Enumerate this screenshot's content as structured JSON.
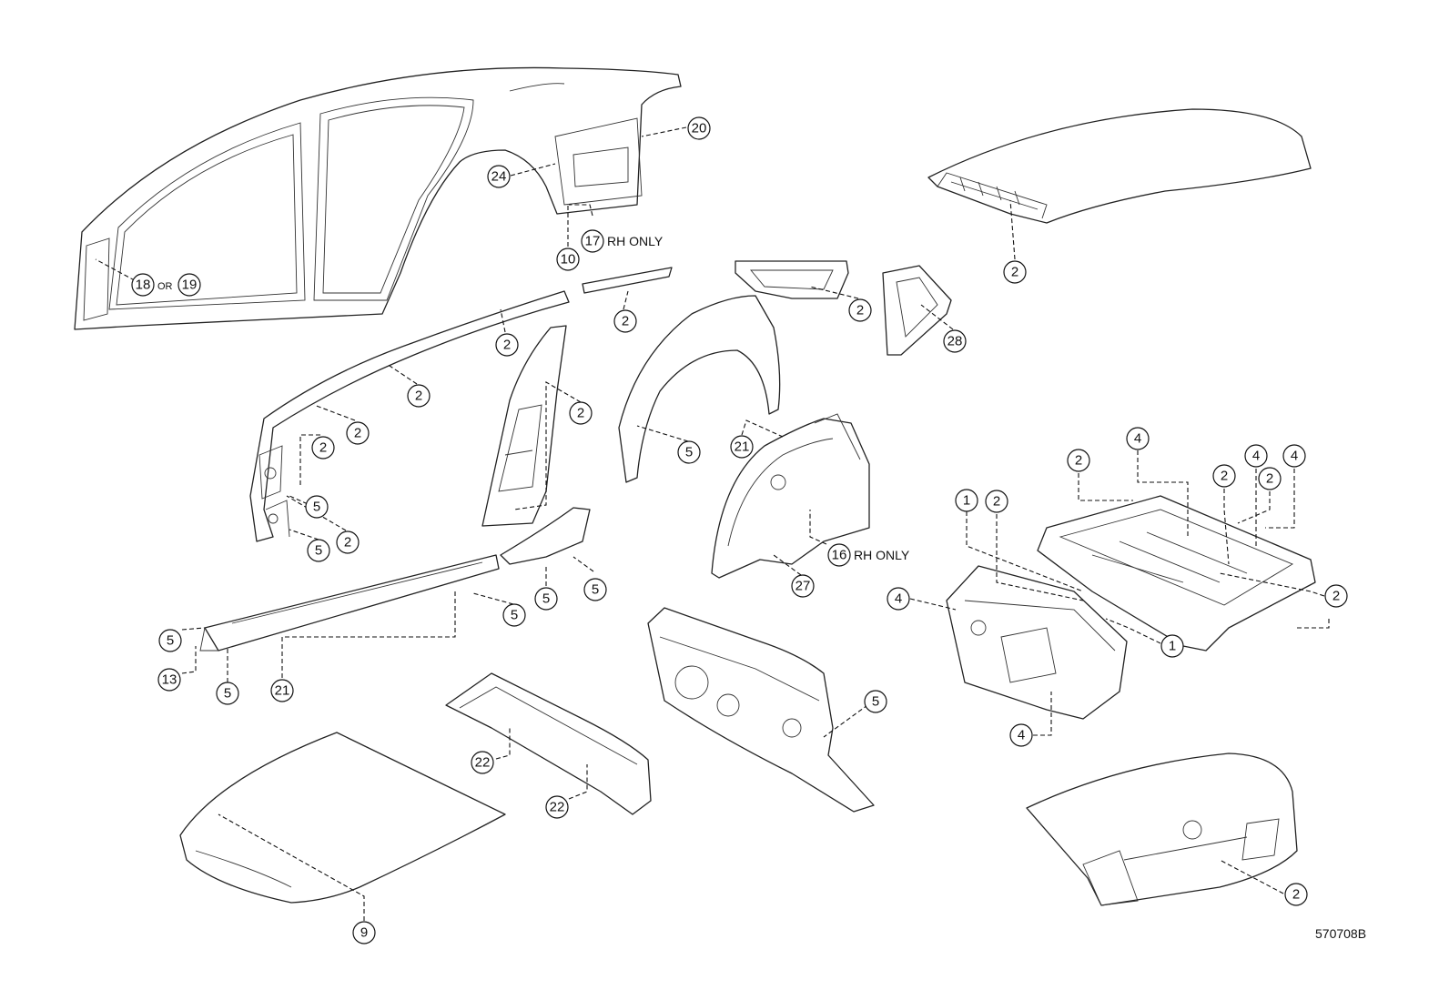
{
  "callouts": [
    {
      "id": "c20",
      "label": "20"
    },
    {
      "id": "c24",
      "label": "24"
    },
    {
      "id": "c17",
      "label": "17"
    },
    {
      "id": "c10",
      "label": "10"
    },
    {
      "id": "c18",
      "label": "18"
    },
    {
      "id": "c19",
      "label": "19"
    },
    {
      "id": "c2a",
      "label": "2"
    },
    {
      "id": "c2b",
      "label": "2"
    },
    {
      "id": "c2c",
      "label": "2"
    },
    {
      "id": "c2d",
      "label": "2"
    },
    {
      "id": "c2e",
      "label": "2"
    },
    {
      "id": "c2f",
      "label": "2"
    },
    {
      "id": "c2g",
      "label": "2"
    },
    {
      "id": "c2h",
      "label": "2"
    },
    {
      "id": "c2i",
      "label": "2"
    },
    {
      "id": "c28",
      "label": "28"
    },
    {
      "id": "c5a",
      "label": "5"
    },
    {
      "id": "c5b",
      "label": "5"
    },
    {
      "id": "c5c",
      "label": "5"
    },
    {
      "id": "c5d",
      "label": "5"
    },
    {
      "id": "c5e",
      "label": "5"
    },
    {
      "id": "c5f",
      "label": "5"
    },
    {
      "id": "c5g",
      "label": "5"
    },
    {
      "id": "c5h",
      "label": "5"
    },
    {
      "id": "c5i",
      "label": "5"
    },
    {
      "id": "c21a",
      "label": "21"
    },
    {
      "id": "c21b",
      "label": "21"
    },
    {
      "id": "c16",
      "label": "16"
    },
    {
      "id": "c27",
      "label": "27"
    },
    {
      "id": "c13",
      "label": "13"
    },
    {
      "id": "c22a",
      "label": "22"
    },
    {
      "id": "c22b",
      "label": "22"
    },
    {
      "id": "c9",
      "label": "9"
    },
    {
      "id": "c1a",
      "label": "1"
    },
    {
      "id": "c2j",
      "label": "2"
    },
    {
      "id": "c4a",
      "label": "4"
    },
    {
      "id": "c4b",
      "label": "4"
    },
    {
      "id": "c4c",
      "label": "4"
    },
    {
      "id": "c4d",
      "label": "4"
    },
    {
      "id": "c2k",
      "label": "2"
    },
    {
      "id": "c2l",
      "label": "2"
    },
    {
      "id": "c2m",
      "label": "2"
    },
    {
      "id": "c2n",
      "label": "2"
    },
    {
      "id": "c1b",
      "label": "1"
    },
    {
      "id": "c4e",
      "label": "4"
    },
    {
      "id": "c2o",
      "label": "2"
    }
  ],
  "notes": {
    "rh_only_17": "RH ONLY",
    "or_18_19": "OR",
    "rh_only_16": "RH ONLY"
  },
  "diagram_code": "570708B"
}
